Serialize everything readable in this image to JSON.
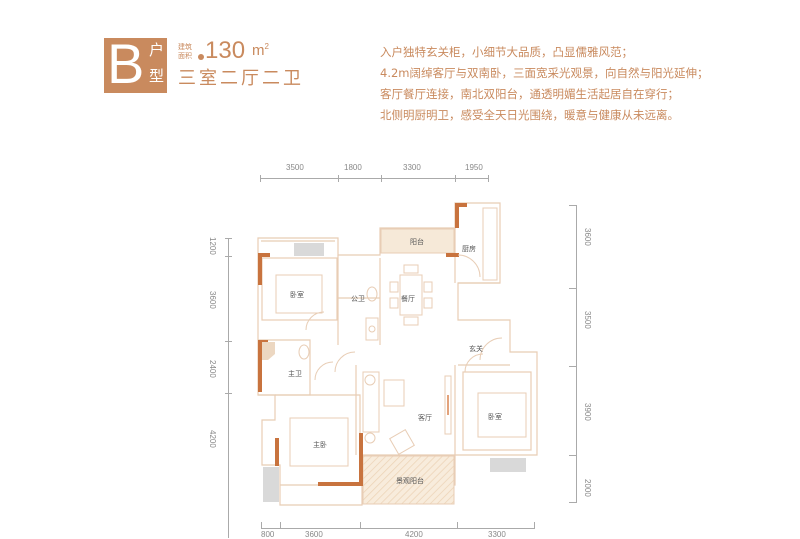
{
  "header": {
    "type_letter": "B",
    "type_char_1": "户",
    "type_char_2": "型",
    "area_label": "建筑面积",
    "area_value": "130",
    "area_unit": "m",
    "area_unit_sup": "2",
    "layout": "三室二厅二卫"
  },
  "description": [
    "入户独特玄关柜，小细节大品质，凸显儒雅风范；",
    "4.2m阔绰客厅与双南卧，三面宽采光观景，向自然与阳光延伸；",
    "客厅餐厅连接，南北双阳台，通透明媚生活起居自在穿行；",
    "北侧明厨明卫，感受全天日光围绕，暖意与健康从未远离。"
  ],
  "dimensions": {
    "top": [
      "3500",
      "1800",
      "3300",
      "1950"
    ],
    "left": [
      "1200",
      "3600",
      "2400",
      "4200"
    ],
    "right": [
      "3600",
      "3500",
      "3900",
      "2000"
    ],
    "bottom": [
      "800",
      "3600",
      "4200",
      "3300"
    ]
  },
  "rooms": {
    "balcony_north": "阳台",
    "kitchen": "厨房",
    "bedroom_nw": "卧室",
    "public_bath": "公卫",
    "dining": "餐厅",
    "foyer": "玄关",
    "master_bath": "主卫",
    "living": "客厅",
    "bedroom_se": "卧室",
    "master_bedroom": "主卧",
    "balcony_south": "景观阳台"
  },
  "colors": {
    "accent": "#c98a5e",
    "wall": "#e8cdb5",
    "wall_accent": "#c8733e",
    "balcony_fill": "#f6e9d8",
    "window_fill": "#d9d9d9"
  }
}
